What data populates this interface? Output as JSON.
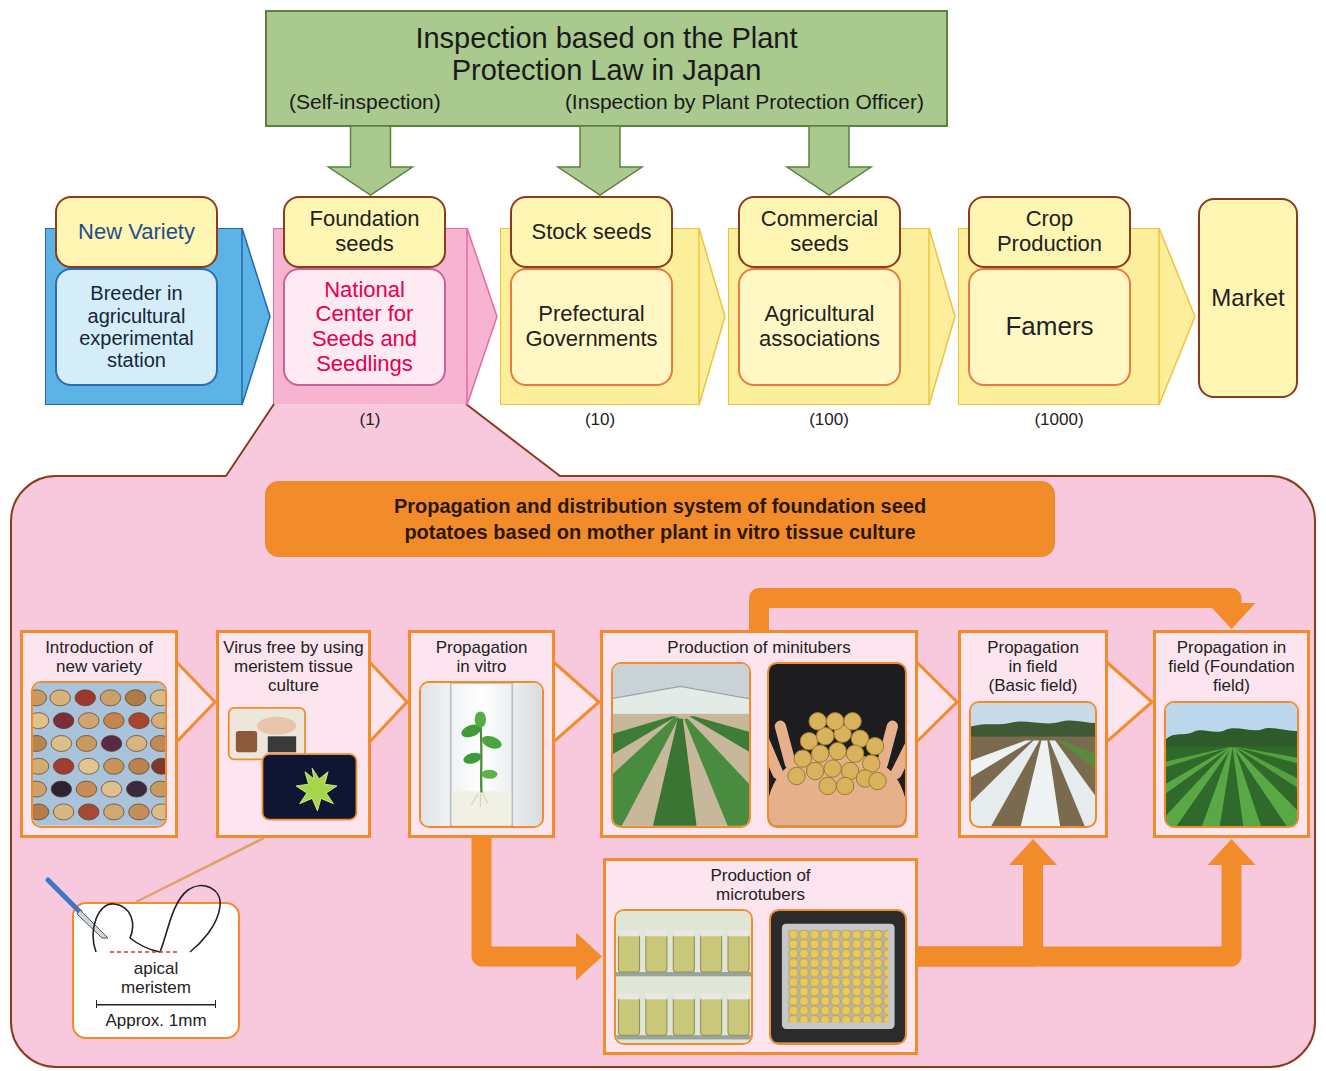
{
  "diagram": {
    "nodes": [
      {
        "text": [
          "Inspection based on the Plant Protection Law in Japan",
          "(Self-inspection)",
          "(Inspection by Plant Protection Officer)"
        ]
      },
      {
        "text": [
          "New Variety",
          "Breeder in agricultural experimental station"
        ]
      },
      {
        "text": [
          "Foundation seeds",
          "National Center for Seeds and Seedlings"
        ]
      },
      {
        "text": [
          "Stock seeds",
          "Prefectural Governments"
        ]
      },
      {
        "text": [
          "Commercial seeds",
          "Agricultural associations"
        ]
      },
      {
        "text": [
          "Crop Production",
          "Famers"
        ]
      },
      {
        "text": [
          "Market"
        ]
      },
      {
        "text": [
          "Propagation and distribution system of foundation seed potatoes based on mother plant in vitro tissue culture"
        ]
      },
      {
        "text": [
          "Introduction of new variety"
        ],
        "in": 7
      },
      {
        "text": [
          "Virus free by using meristem tissue culture"
        ],
        "in": 7
      },
      {
        "text": [
          "Propagation in vitro"
        ],
        "in": 7
      },
      {
        "text": [
          "Production of minitubers"
        ],
        "in": 7
      },
      {
        "text": [
          "Propagation in field (Basic field)"
        ],
        "in": 7
      },
      {
        "text": [
          "Propagation in field (Foundation field)"
        ],
        "in": 7
      },
      {
        "text": [
          "Production of microtubers"
        ],
        "in": 7
      },
      {
        "text": [
          "apical meristem",
          "Approx. 1mm"
        ],
        "in": 7
      }
    ],
    "edges": [
      {
        "from": 0,
        "to": 2,
        "arrow": "to"
      },
      {
        "from": 0,
        "to": 3,
        "arrow": "to"
      },
      {
        "from": 0,
        "to": 4,
        "arrow": "to"
      },
      {
        "from": 1,
        "to": 2,
        "arrow": "to"
      },
      {
        "from": 2,
        "to": 3,
        "arrow": "to"
      },
      {
        "from": 3,
        "to": 4,
        "arrow": "to"
      },
      {
        "from": 4,
        "to": 5,
        "arrow": "to"
      },
      {
        "from": 5,
        "to": 6,
        "arrow": "to"
      },
      {
        "from": 8,
        "to": 9,
        "arrow": "to"
      },
      {
        "from": 9,
        "to": 10,
        "arrow": "to"
      },
      {
        "from": 10,
        "to": 11,
        "arrow": "to"
      },
      {
        "from": 11,
        "to": 12,
        "arrow": "to"
      },
      {
        "from": 12,
        "to": 13,
        "arrow": "to"
      },
      {
        "from": 11,
        "to": 13,
        "arrow": "to"
      },
      {
        "from": 10,
        "to": 14,
        "arrow": "to"
      },
      {
        "from": 14,
        "to": 12,
        "arrow": "to"
      },
      {
        "from": 14,
        "to": 13,
        "arrow": "to"
      },
      {
        "from": 9,
        "to": 15,
        "arrow": "none"
      }
    ],
    "labels": [
      "(1)",
      "(10)",
      "(100)",
      "(1000)"
    ]
  }
}
